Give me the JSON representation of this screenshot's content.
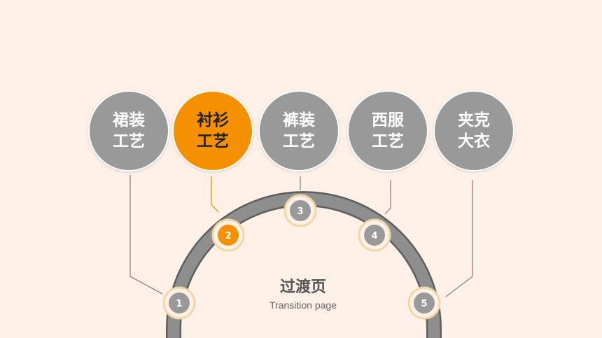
{
  "title": "过渡页",
  "subtitle": "Transition page",
  "colors": {
    "background": "#FDF0E6",
    "gray": "#999999",
    "track": "#8E8E8E",
    "accent": "#F59100",
    "ring": "#F2D7A6",
    "line": "#888888"
  },
  "active_index": 1,
  "topics": [
    {
      "label": "裙装\n工艺",
      "step": "1"
    },
    {
      "label": "衬衫\n工艺",
      "step": "2"
    },
    {
      "label": "裤装\n工艺",
      "step": "3"
    },
    {
      "label": "西服\n工艺",
      "step": "4"
    },
    {
      "label": "夹克\n大衣",
      "step": "5"
    }
  ]
}
